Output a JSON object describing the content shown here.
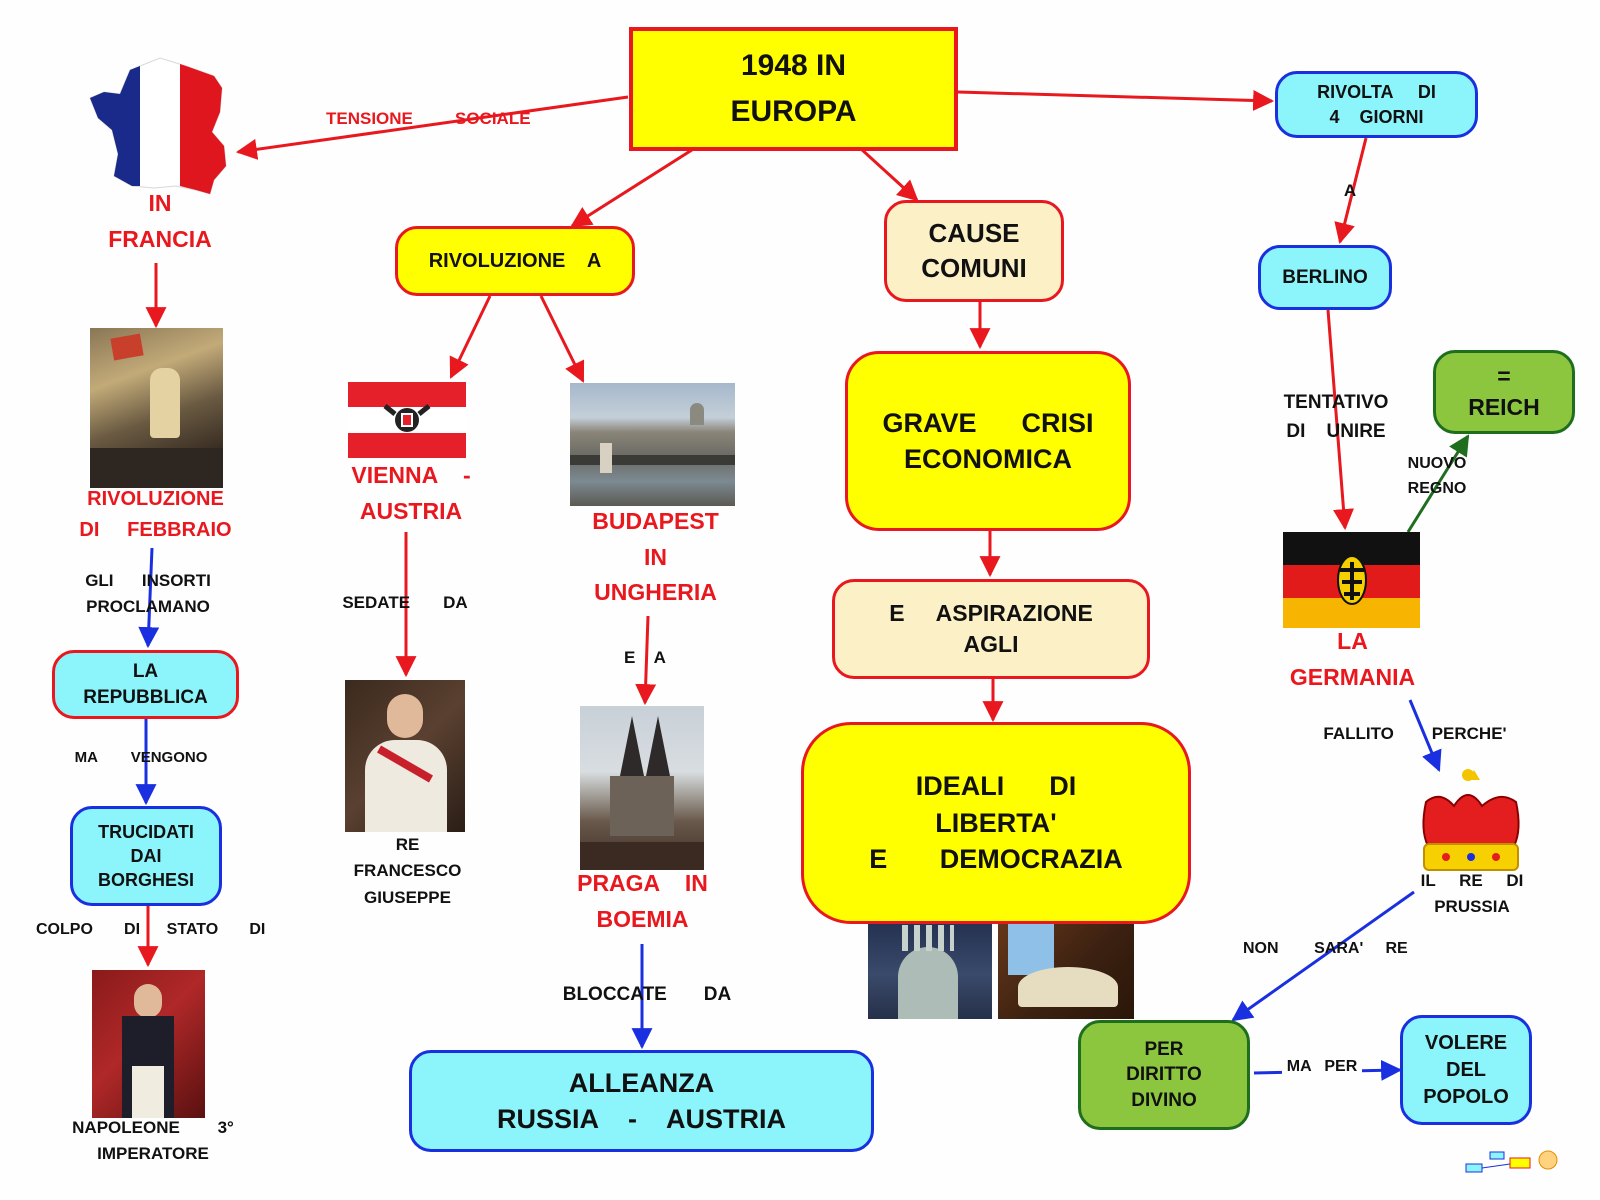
{
  "title": {
    "line1": "1948    IN",
    "line2": "EUROPA"
  },
  "nodes": {
    "rivoluzione": "RIVOLUZIONE    A",
    "cause": {
      "line1": "CAUSE",
      "line2": "COMUNI"
    },
    "crisi": {
      "line1": "GRAVE      CRISI",
      "line2": "ECONOMICA"
    },
    "aspirazione": {
      "line1": "E     ASPIRAZIONE",
      "line2": "AGLI"
    },
    "ideali": {
      "line1": "IDEALI      DI",
      "line2": "LIBERTA'",
      "line3": "E       DEMOCRAZIA"
    },
    "repubblica": {
      "line1": "LA",
      "line2": "REPUBBLICA"
    },
    "trucidati": {
      "line1": "TRUCIDATI",
      "line2": "DAI",
      "line3": "BORGHESI"
    },
    "alleanza": {
      "line1": "ALLEANZA",
      "line2": "RUSSIA    -    AUSTRIA"
    },
    "rivolta": {
      "line1": "RIVOLTA     DI",
      "line2": "4    GIORNI"
    },
    "berlino": "BERLINO",
    "reich": {
      "line1": "=",
      "line2": "REICH"
    },
    "diritto": {
      "line1": "PER",
      "line2": "DIRITTO",
      "line3": "DIVINO"
    },
    "volere": {
      "line1": "VOLERE",
      "line2": "DEL",
      "line3": "POPOLO"
    }
  },
  "places": {
    "francia": "IN\nFRANCIA",
    "rivoluzione_febbraio": "RIVOLUZIONE\nDI     FEBBRAIO",
    "vienna": "VIENNA    -\nAUSTRIA",
    "budapest": "BUDAPEST\nIN\nUNGHERIA",
    "praga": "PRAGA    IN\nBOEMIA",
    "germania": "LA\nGERMANIA"
  },
  "link_labels": {
    "tensione": "TENSIONE   ",
    "sociale": "SOCIALE",
    "insorti": "GLI      INSORTI\nPROCLAMANO",
    "vengono": "MA        VENGONO",
    "colpo": "COLPO       DI      STATO       DI",
    "napoleone": "NAPOLEONE        3°\nIMPERATORE",
    "sedate": "SEDATE       DA",
    "re_francesco": "RE\nFRANCESCO\nGIUSEPPE",
    "e_a": "E    A",
    "bloccate": "BLOCCATE       DA",
    "a": "A",
    "tentativo": "TENTATIVO\nDI    UNIRE",
    "nuovo_regno": "NUOVO\nREGNO",
    "fallito": "FALLITO        PERCHE'",
    "re_prussia": "IL     RE     DI\nPRUSSIA",
    "non_sara": "NON        SARA'     RE",
    "ma_per": "MA   PER"
  },
  "icons": [
    "france-map-icon",
    "austria-flag-icon",
    "germany-flag-icon",
    "crown-icon",
    "mapper-logo-icon"
  ],
  "colors": {
    "red": "#e8181e",
    "blue": "#1a30e0",
    "green": "#1e6e1e",
    "yellow": "#ffff00",
    "cyan": "#8cf4fb",
    "cream": "#fbf0c6",
    "olive": "#8cc63f"
  }
}
